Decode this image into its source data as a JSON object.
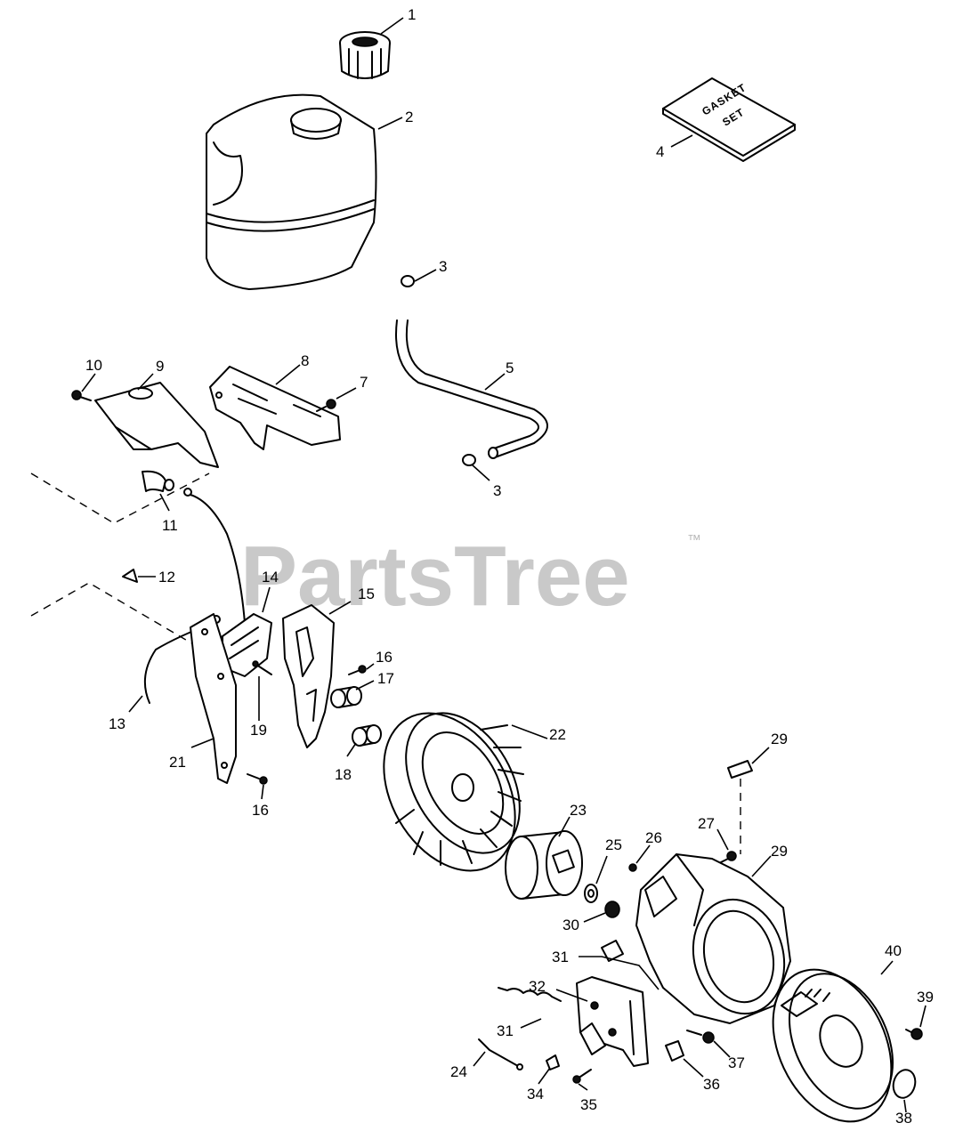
{
  "watermark": {
    "text": "PartsTree",
    "tm": "™"
  },
  "kit_label": {
    "line1": "GASKET",
    "line2": "SET"
  },
  "callouts": {
    "c1": "1",
    "c2": "2",
    "c3a": "3",
    "c3b": "3",
    "c4": "4",
    "c5": "5",
    "c7": "7",
    "c8": "8",
    "c9": "9",
    "c10": "10",
    "c11": "11",
    "c12": "12",
    "c13": "13",
    "c14": "14",
    "c15": "15",
    "c16a": "16",
    "c16b": "16",
    "c17": "17",
    "c18": "18",
    "c19": "19",
    "c21": "21",
    "c22": "22",
    "c23": "23",
    "c24": "24",
    "c25": "25",
    "c26": "26",
    "c27": "27",
    "c29a": "29",
    "c29b": "29",
    "c30": "30",
    "c31a": "31",
    "c31b": "31",
    "c32": "32",
    "c34": "34",
    "c35": "35",
    "c36": "36",
    "c37": "37",
    "c38": "38",
    "c39": "39",
    "c40": "40"
  }
}
